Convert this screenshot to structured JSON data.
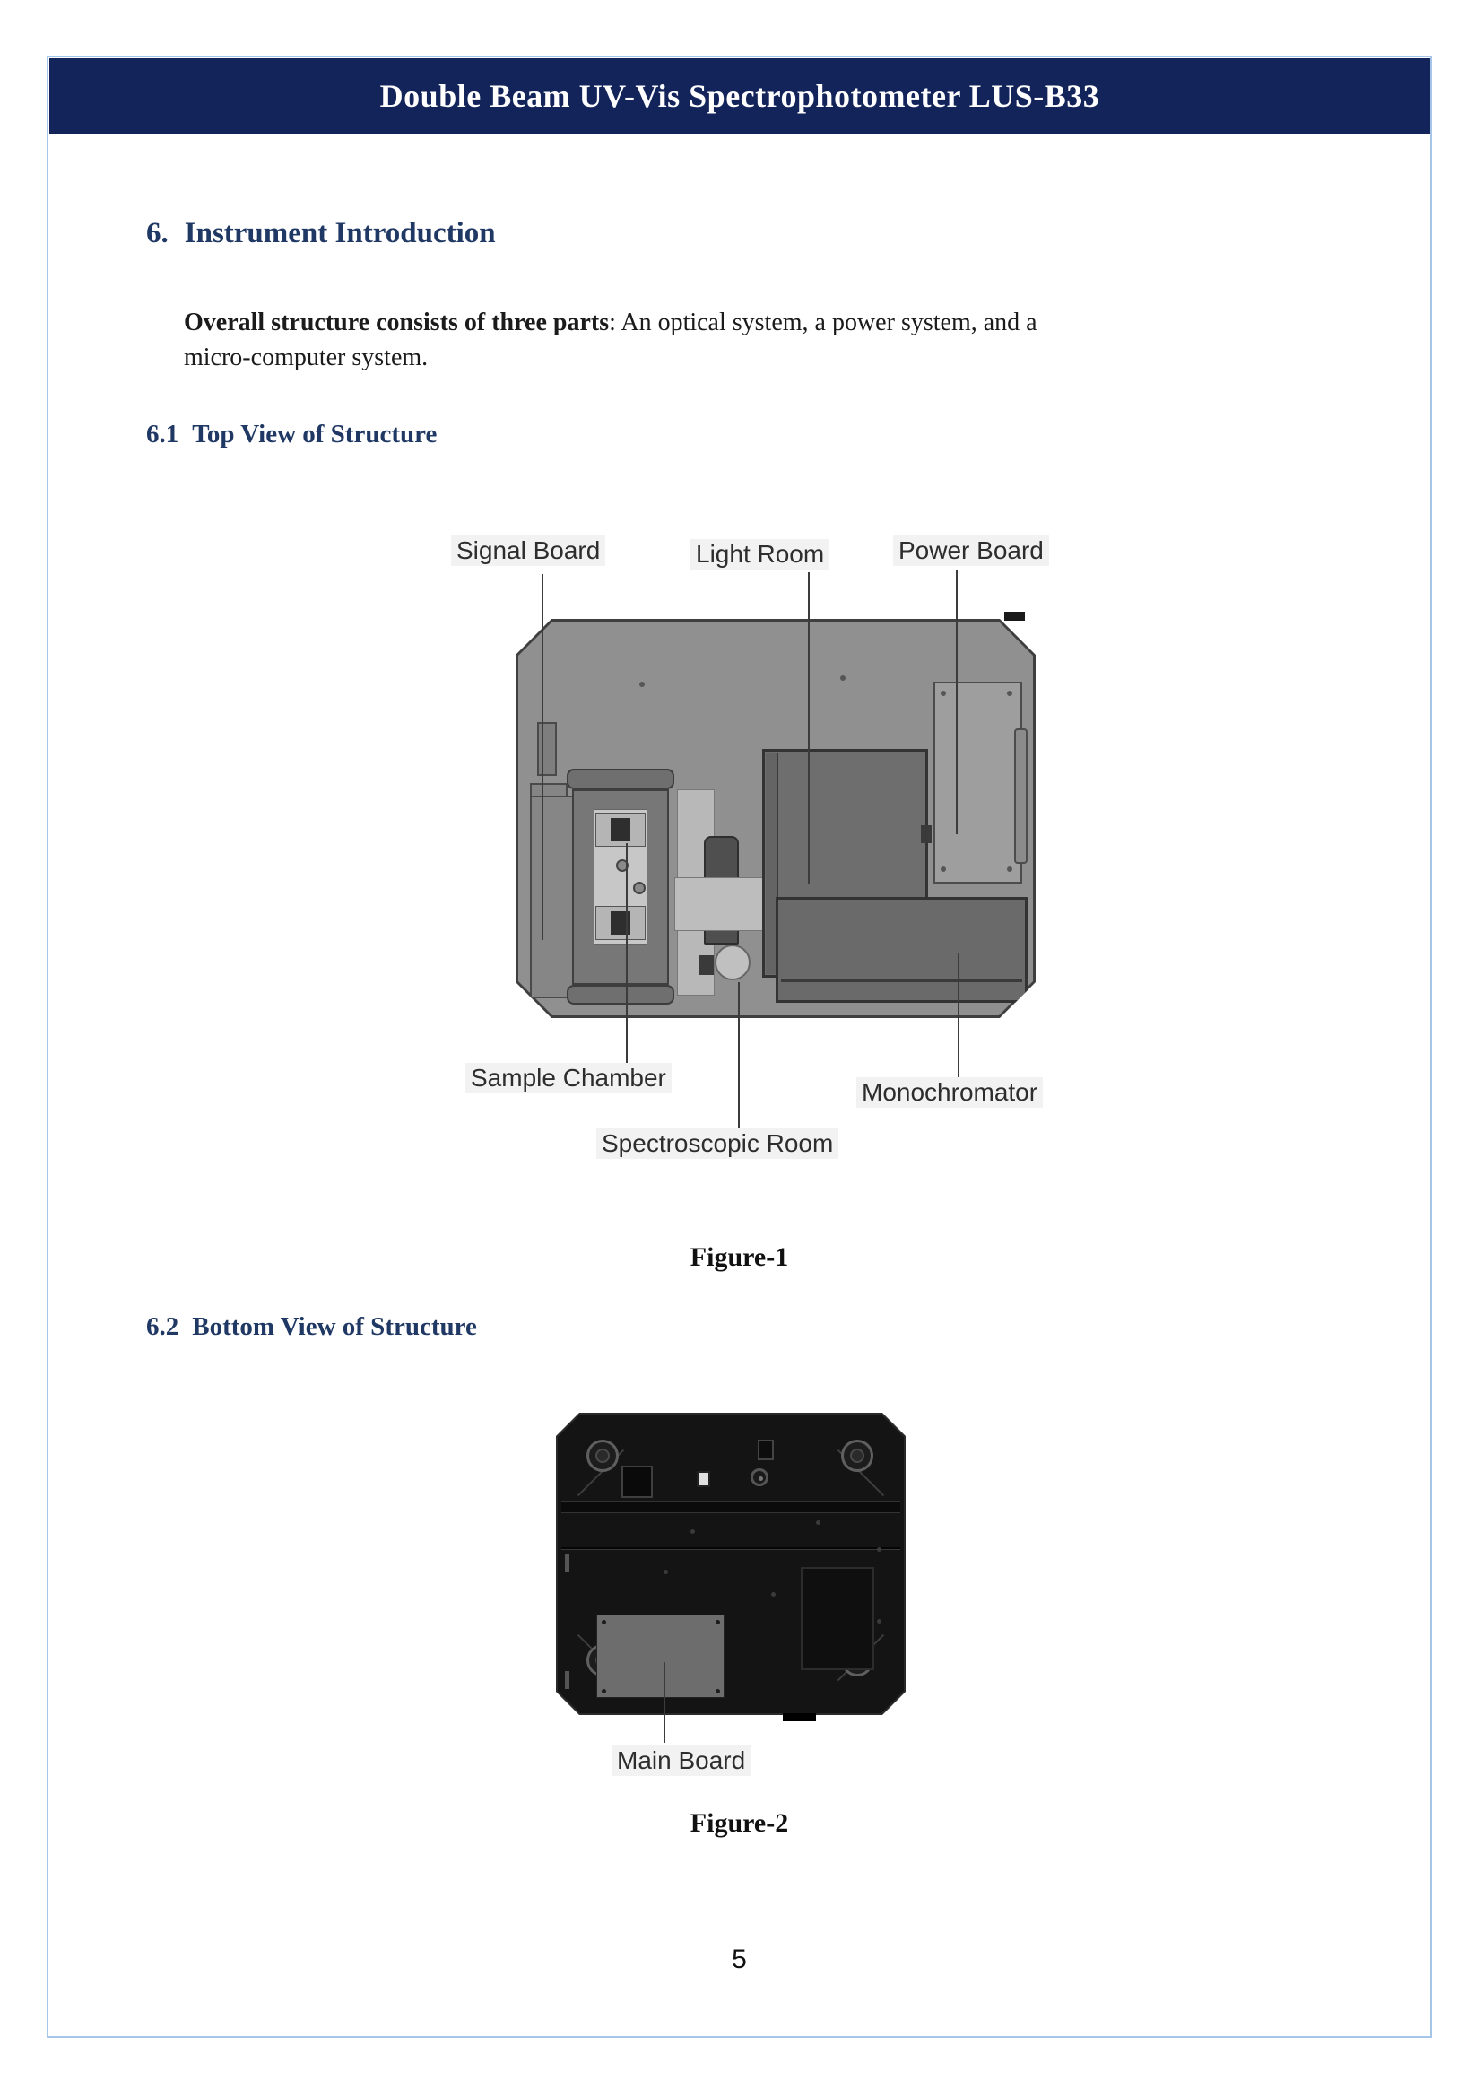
{
  "header": {
    "title": "Double Beam UV-Vis Spectrophotometer LUS-B33"
  },
  "section6": {
    "number": "6.",
    "title": "Instrument Introduction"
  },
  "intro": {
    "bold": "Overall structure consists of three parts",
    "rest": ": An optical system, a power system, and a",
    "line2": "micro-computer system."
  },
  "section61": {
    "number": "6.1",
    "title": "Top View of Structure"
  },
  "section62": {
    "number": "6.2",
    "title": "Bottom View of Structure"
  },
  "figure1": {
    "caption": "Figure-1",
    "labels": {
      "signal_board": "Signal Board",
      "light_room": "Light Room",
      "power_board": "Power Board",
      "sample_chamber": "Sample Chamber",
      "spectroscopic_room": "Spectroscopic Room",
      "monochromator": "Monochromator"
    }
  },
  "figure2": {
    "caption": "Figure-2",
    "labels": {
      "main_board": "Main Board"
    }
  },
  "footer": {
    "page_number": "5"
  },
  "colors": {
    "header_bar": "#13245b",
    "heading_blue": "#1f3864",
    "page_border": "#a5c6e9",
    "chassis_top_gray": "#909090",
    "chassis_bottom_black": "#141414"
  }
}
